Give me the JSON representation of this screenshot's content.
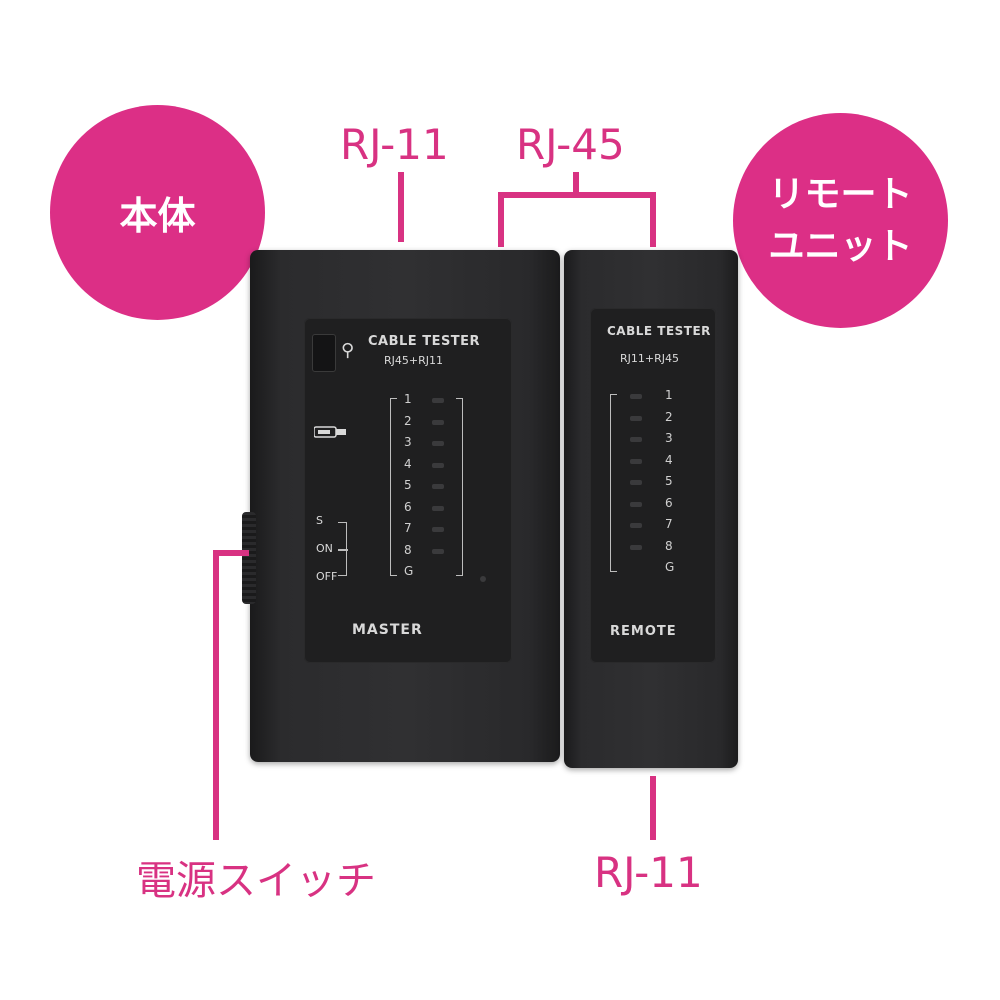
{
  "callouts": {
    "main_unit": "本体",
    "remote_unit_line1": "リモート",
    "remote_unit_line2": "ユニット",
    "top_rj11": "RJ-11",
    "top_rj45": "RJ-45",
    "power_switch": "電源スイッチ",
    "bottom_rj11": "RJ-11"
  },
  "master": {
    "title": "CABLE TESTER",
    "subtitle": "RJ45+RJ11",
    "led_labels": [
      "1",
      "2",
      "3",
      "4",
      "5",
      "6",
      "7",
      "8",
      "G"
    ],
    "switch_s": "S",
    "switch_on": "ON",
    "switch_off": "OFF",
    "name": "MASTER"
  },
  "remote": {
    "title": "CABLE TESTER",
    "subtitle": "RJ11+RJ45",
    "led_labels": [
      "1",
      "2",
      "3",
      "4",
      "5",
      "6",
      "7",
      "8",
      "G"
    ],
    "name": "REMOTE"
  },
  "colors": {
    "accent": "#dc2f86",
    "device_body": "#2d2d2f"
  }
}
